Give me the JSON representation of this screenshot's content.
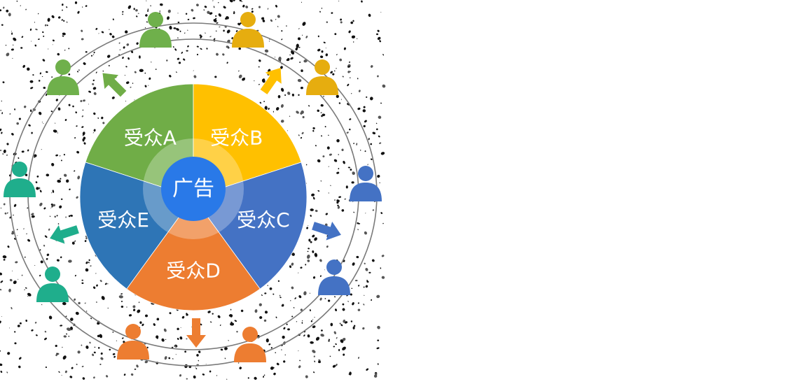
{
  "center": {
    "label": "广告",
    "color": "#2979e8"
  },
  "segments": [
    {
      "id": "a",
      "label": "受众A",
      "color": "#70ad47",
      "person_color": "#6fb04b"
    },
    {
      "id": "b",
      "label": "受众B",
      "color": "#ffc000",
      "person_color": "#e6ad0f"
    },
    {
      "id": "c",
      "label": "受众C",
      "color": "#4472c4",
      "person_color": "#4472c4"
    },
    {
      "id": "d",
      "label": "受众D",
      "color": "#ed7d31",
      "person_color": "#ed7d31"
    },
    {
      "id": "e",
      "label": "受众E",
      "color": "#2e75b6",
      "person_color": "#1fae8c",
      "arrow_color": "#1fae8c"
    }
  ],
  "person_icon": "person-icon",
  "arrow_icon": "arrow-icon",
  "ring_color": "#7a7a7a",
  "label_color": "#ffffff"
}
